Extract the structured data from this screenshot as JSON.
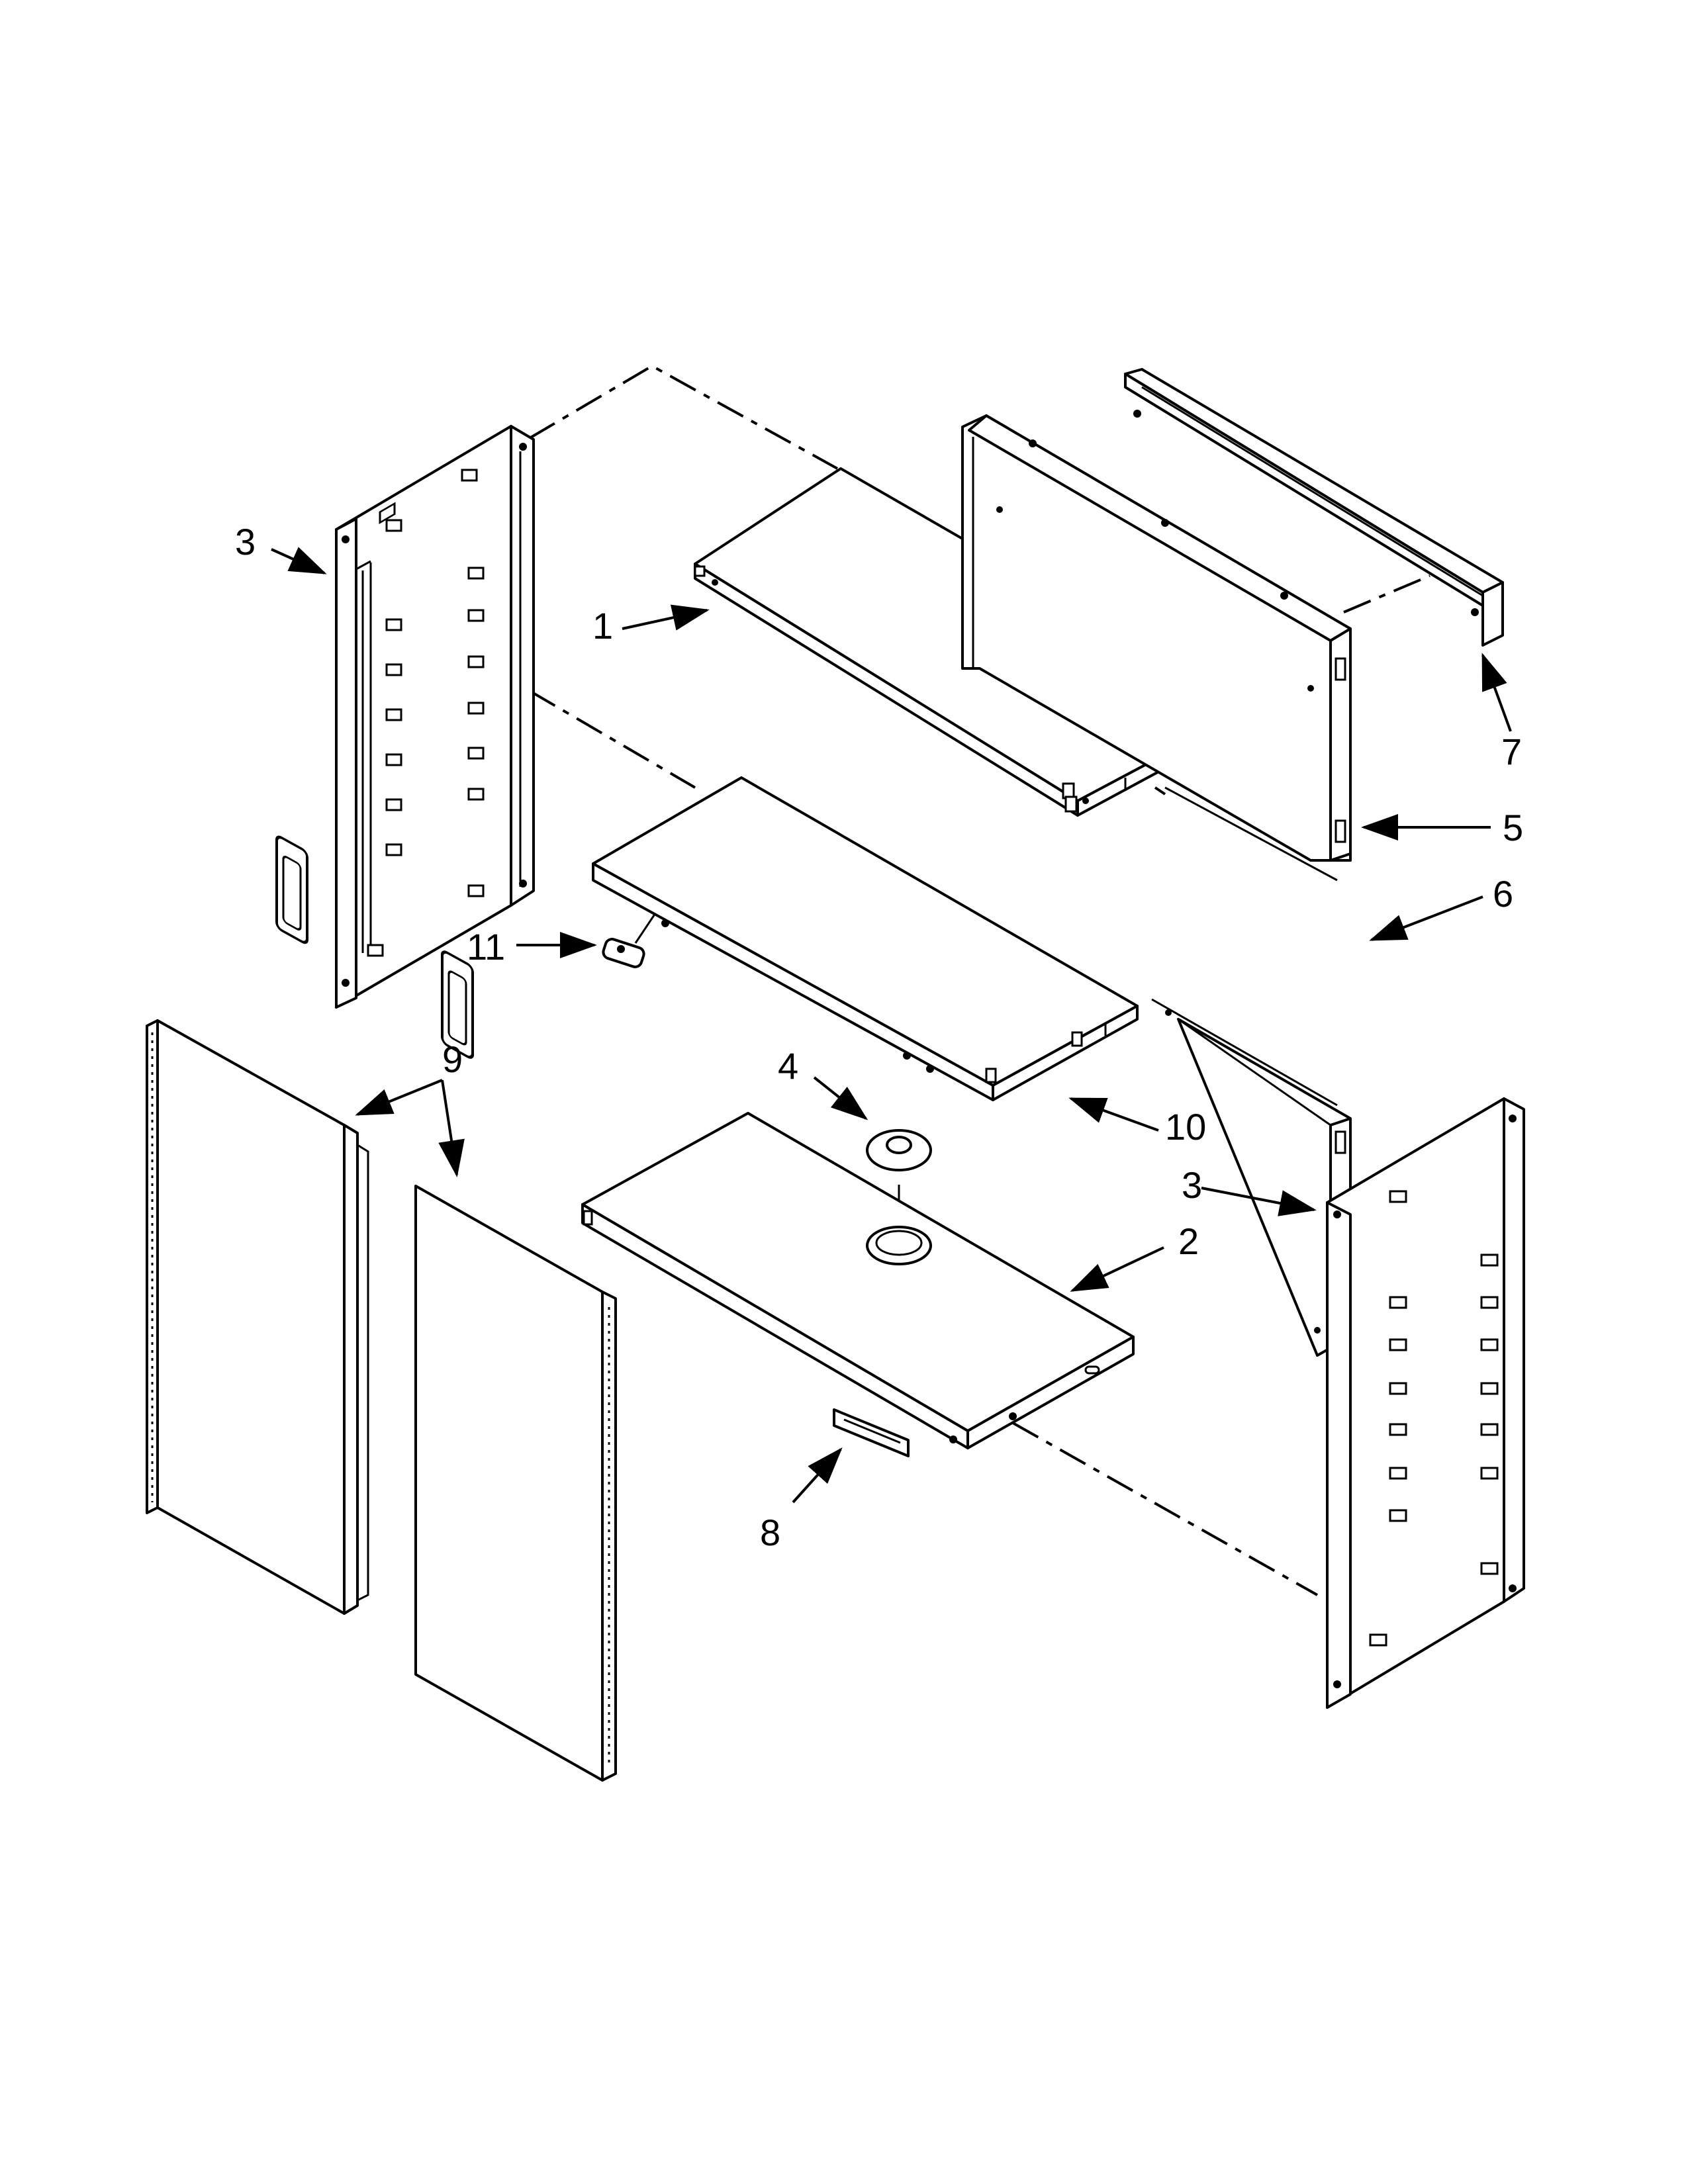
{
  "callouts": {
    "c1": "1",
    "c2": "2",
    "c3_left": "3",
    "c3_right": "3",
    "c4": "4",
    "c5": "5",
    "c6": "6",
    "c7": "7",
    "c8": "8",
    "c9": "9",
    "c10": "10",
    "c11": "11"
  },
  "colors": {
    "line": "#000000",
    "background": "#ffffff"
  }
}
